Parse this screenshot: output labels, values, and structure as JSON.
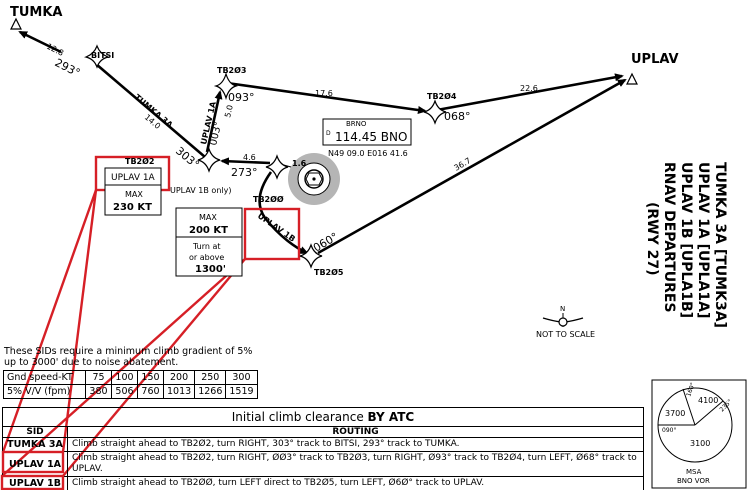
{
  "map": {
    "waypoints": {
      "tumka": "TUMKA",
      "bitsi": "BITSI",
      "uplav": "UPLAV",
      "tb203": "TB2Ø3",
      "tb204": "TB2Ø4",
      "tb202": "TB2Ø2",
      "tb200": "TB2ØØ",
      "tb205": "TB2Ø5"
    },
    "legs": {
      "tumka_dist": "12.8",
      "tumka_track": "293°",
      "tumk3a_label": "TUMKA 3A",
      "tumk3a_dist": "14.0",
      "bitsi_track": "303°",
      "upla1a_label": "UPLAV 1A",
      "upla1a_track": "003°",
      "upla1a_dist": "5.0",
      "tb203_track": "093°",
      "tb203_tb204_dist": "17.6",
      "tb204_uplav_dist": "22.6",
      "tb204_track": "068°",
      "tb205_uplav_dist": "36.7",
      "tb205_track": "060°",
      "tb200_tb202_dist": "4.6",
      "tb202_track": "273°",
      "vor_tb200_dist": "1.6",
      "upla1b_label": "UPLAV 1B"
    },
    "vor": {
      "name": "BRNO",
      "freq": "114.45 BNO",
      "flag": "D",
      "coords": "N49 09.0 E016 41.6"
    },
    "notes": {
      "tb202_box_label": "UPLAV 1A",
      "tb202_max": "MAX",
      "tb202_speed": "230 KT",
      "uplav1b_only": "UPLAV 1B only)",
      "tb200_max": "MAX",
      "tb200_speed": "200 KT",
      "turn_at_1": "Turn at",
      "turn_at_2": "or above",
      "turn_at_alt": "1300'"
    },
    "title_lines": [
      "TUMKA 3A [TUMK3A]",
      "UPLAV 1A [UPLA1A]",
      "UPLAV 1B [UPLA1B]",
      "RNAV DEPARTURES",
      "(RWY 27)"
    ],
    "north_label": "N",
    "not_to_scale": "NOT TO SCALE",
    "msa": {
      "bearing_160": "160°",
      "alt_4100": "4100",
      "bearing_235": "235°",
      "alt_3700": "3700",
      "bearing_090": "090°",
      "alt_3100": "3100",
      "caption_1": "MSA",
      "caption_2": "BNO VOR"
    }
  },
  "gradient": {
    "note": "These SIDs require a minimum climb gradient of 5% up to 3000' due to noise abatement.",
    "row1_label": "Gnd speed-KT",
    "row1": [
      "75",
      "100",
      "150",
      "200",
      "250",
      "300"
    ],
    "row2_label": "5% V/V (fpm)",
    "row2": [
      "380",
      "506",
      "760",
      "1013",
      "1266",
      "1519"
    ]
  },
  "clearance": {
    "title_pre": "Initial climb clearance",
    "title_by": "BY ATC",
    "col_sid": "SID",
    "col_routing": "ROUTING",
    "rows": [
      {
        "sid": "TUMKA 3A",
        "routing": "Climb straight ahead to TB2Ø2, turn RIGHT, 303° track to BITSI, 293° track to TUMKA."
      },
      {
        "sid": "UPLAV 1A",
        "routing": "Climb straight ahead to TB2Ø2, turn RIGHT, ØØ3° track to TB2Ø3, turn RIGHT, Ø93° track to TB2Ø4, turn LEFT, Ø68° track to UPLAV."
      },
      {
        "sid": "UPLAV 1B",
        "routing": "Climb straight ahead to TB2ØØ, turn LEFT direct to TB2Ø5, turn LEFT, Ø6Ø° track to UPLAV."
      }
    ]
  },
  "colors": {
    "highlight": "#d61f26",
    "vor_ring": "#b5b5b5"
  }
}
